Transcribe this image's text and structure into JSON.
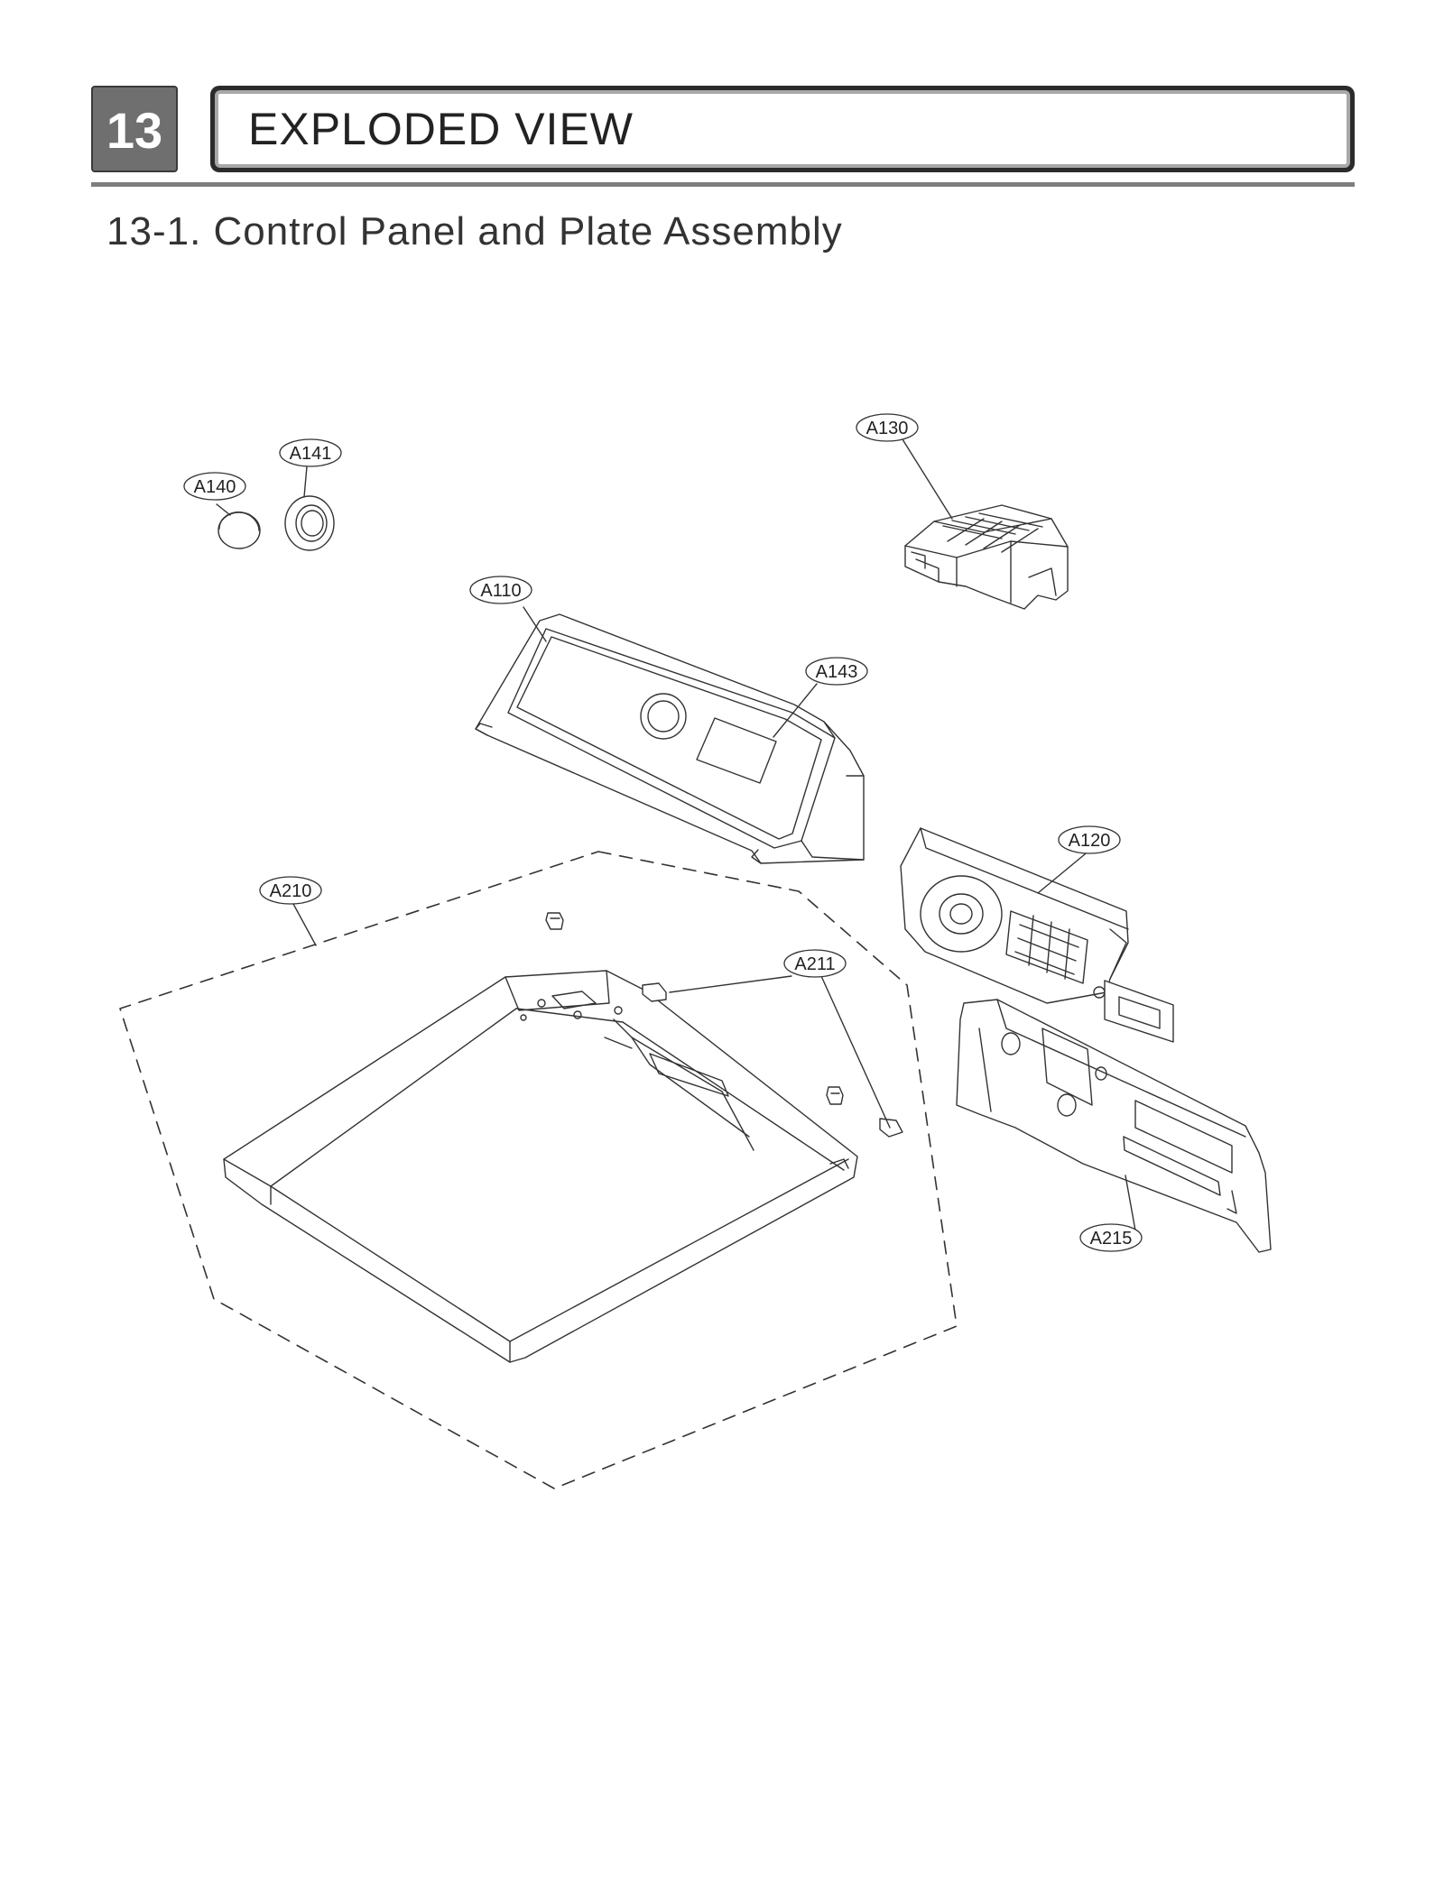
{
  "header": {
    "section_number": "13",
    "title": "EXPLODED VIEW",
    "subtitle": "13-1. Control Panel and Plate Assembly"
  },
  "parts": [
    {
      "id": "A130"
    },
    {
      "id": "A141"
    },
    {
      "id": "A140"
    },
    {
      "id": "A110"
    },
    {
      "id": "A143"
    },
    {
      "id": "A120"
    },
    {
      "id": "A210"
    },
    {
      "id": "A211"
    },
    {
      "id": "A215"
    }
  ],
  "colors": {
    "line": "#333333",
    "badge_fill": "#6f6f6f"
  }
}
